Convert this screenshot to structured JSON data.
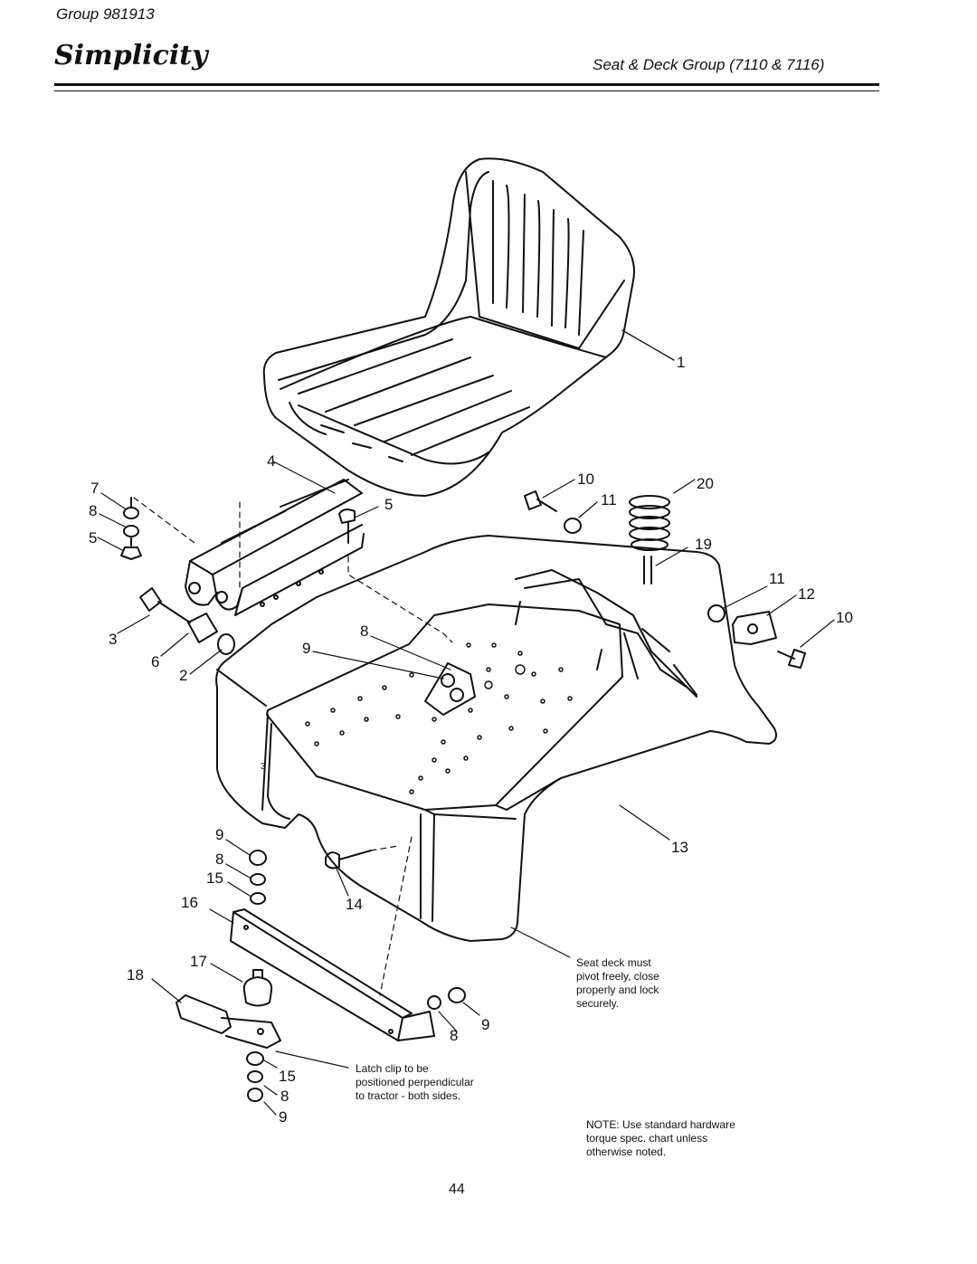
{
  "header": {
    "group": "Group 981913",
    "brand": "Simplicity",
    "section_title": "Seat & Deck Group (7110 & 7116)"
  },
  "callouts": {
    "c1": "1",
    "c2": "2",
    "c3": "3",
    "c4": "4",
    "c5a": "5",
    "c5b": "5",
    "c6": "6",
    "c7a": "7",
    "c8a": "8",
    "c8b": "8",
    "c8c": "8",
    "c8d": "8",
    "c8e": "8",
    "c9a": "9",
    "c9b": "9",
    "c9c": "9",
    "c9d": "9",
    "c10a": "10",
    "c10b": "10",
    "c11a": "11",
    "c11b": "11",
    "c12": "12",
    "c13": "13",
    "c14": "14",
    "c15a": "15",
    "c15b": "15",
    "c16": "16",
    "c17": "17",
    "c18": "18",
    "c19": "19",
    "c20": "20",
    "c3small": "3"
  },
  "notes": {
    "seat_deck": [
      "Seat deck must",
      "pivot freely, close",
      "properly and lock",
      "securely."
    ],
    "latch_clip": [
      "Latch clip to be",
      "positioned perpendicular",
      "to tractor - both sides."
    ],
    "hardware": [
      "NOTE: Use standard hardware",
      "torque spec. chart unless",
      "otherwise noted."
    ]
  },
  "page_number": "44"
}
